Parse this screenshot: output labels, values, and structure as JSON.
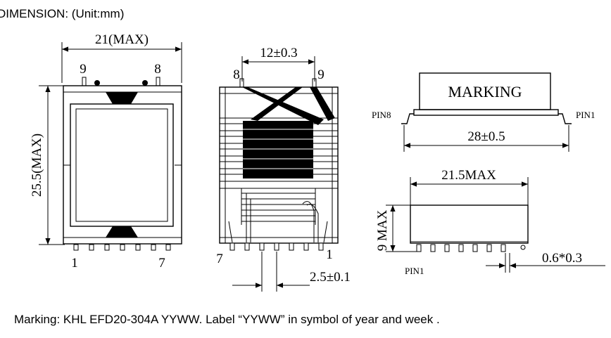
{
  "header": {
    "title": "DIMENSION: (Unit:mm)"
  },
  "front_view": {
    "width_dim": "21(MAX)",
    "height_dim": "25.5(MAX)",
    "pin_top_left": "9",
    "pin_top_right": "8",
    "pin_bottom_left": "1",
    "pin_bottom_right": "7"
  },
  "side_view": {
    "spacing_dim": "12±0.3",
    "pin_top_left": "8",
    "pin_top_right": "9",
    "pin_bottom_left": "7",
    "pin_bottom_right": "1",
    "pitch_dim": "2.5±0.1"
  },
  "top_view": {
    "marking_label": "MARKING",
    "pin8_label": "PIN8",
    "pin1_label": "PIN1",
    "length_dim": "28±0.5"
  },
  "bottom_view": {
    "width_dim": "21.5MAX",
    "height_dim": "9 MAX",
    "pin1_label": "PIN1",
    "pin_dim": "0.6*0.3"
  },
  "footer": {
    "marking_note": "Marking: KHL EFD20-304A YYWW. Label “YYWW” in symbol of year and week ."
  }
}
